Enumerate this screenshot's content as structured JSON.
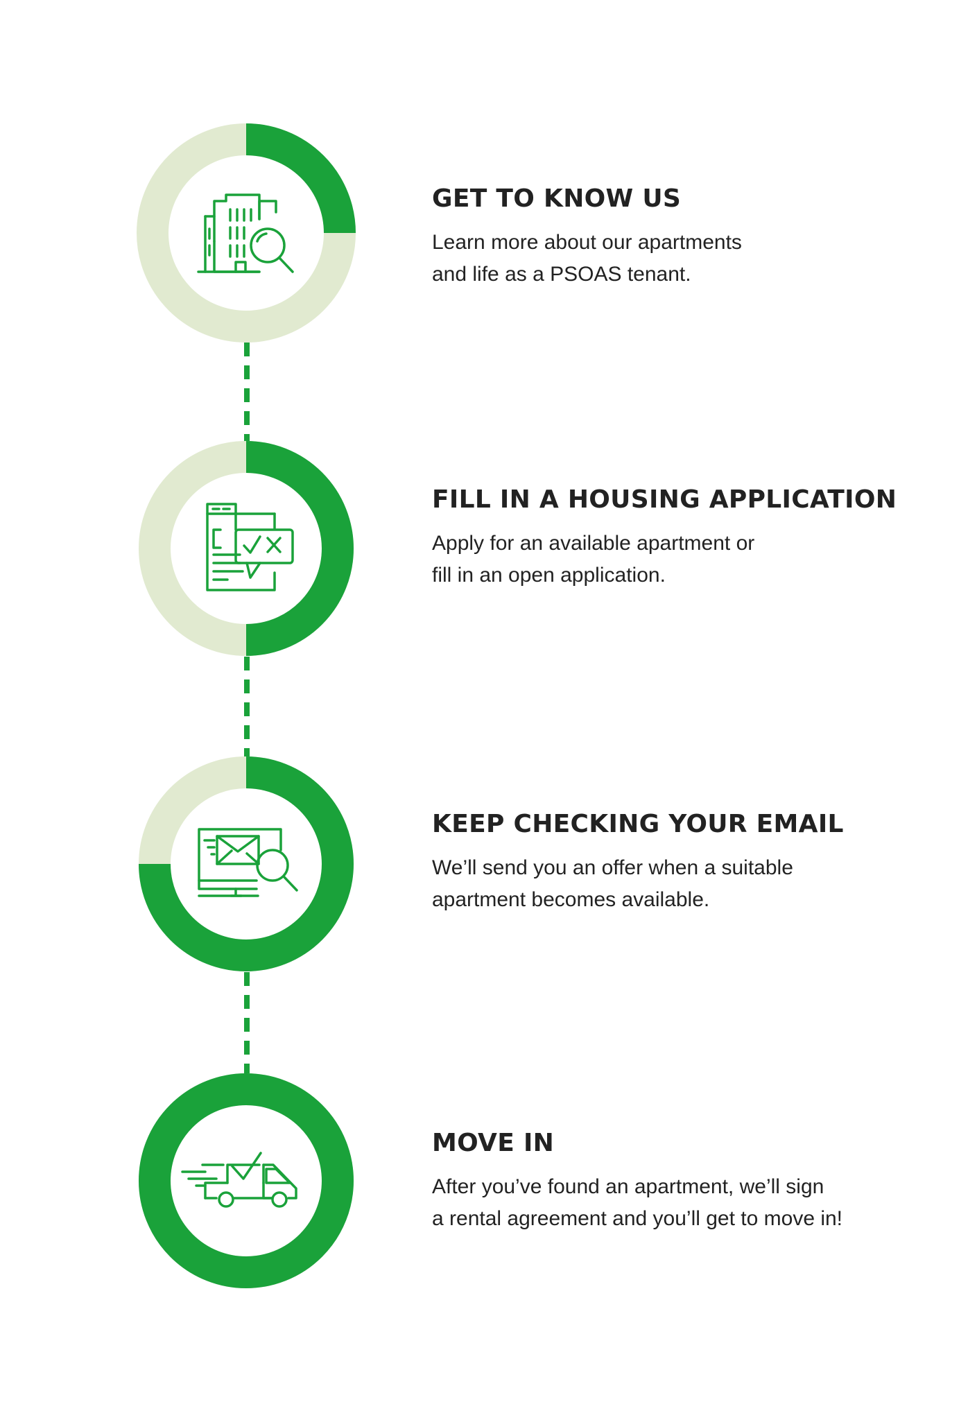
{
  "colors": {
    "primary_green": "#1aa23a",
    "track_light_green": "#e1ead0",
    "text": "#222222",
    "background": "#ffffff"
  },
  "steps": [
    {
      "title": "GET TO KNOW US",
      "description_lines": [
        "Learn more about our apartments",
        "and life as a PSOAS tenant."
      ],
      "icon": "building-search-icon",
      "progress": 0.25
    },
    {
      "title": "FILL IN A HOUSING APPLICATION",
      "description_lines": [
        "Apply for an available apartment or",
        "fill in an open application."
      ],
      "icon": "application-form-icon",
      "progress": 0.5
    },
    {
      "title": "KEEP CHECKING YOUR EMAIL",
      "description_lines": [
        "We’ll send you an offer when a suitable",
        "apartment becomes available."
      ],
      "icon": "email-search-icon",
      "progress": 0.75
    },
    {
      "title": "MOVE IN",
      "description_lines": [
        "After you’ve found an apartment, we’ll sign",
        "a rental agreement and you’ll get to move in!"
      ],
      "icon": "moving-van-icon",
      "progress": 1.0
    }
  ]
}
